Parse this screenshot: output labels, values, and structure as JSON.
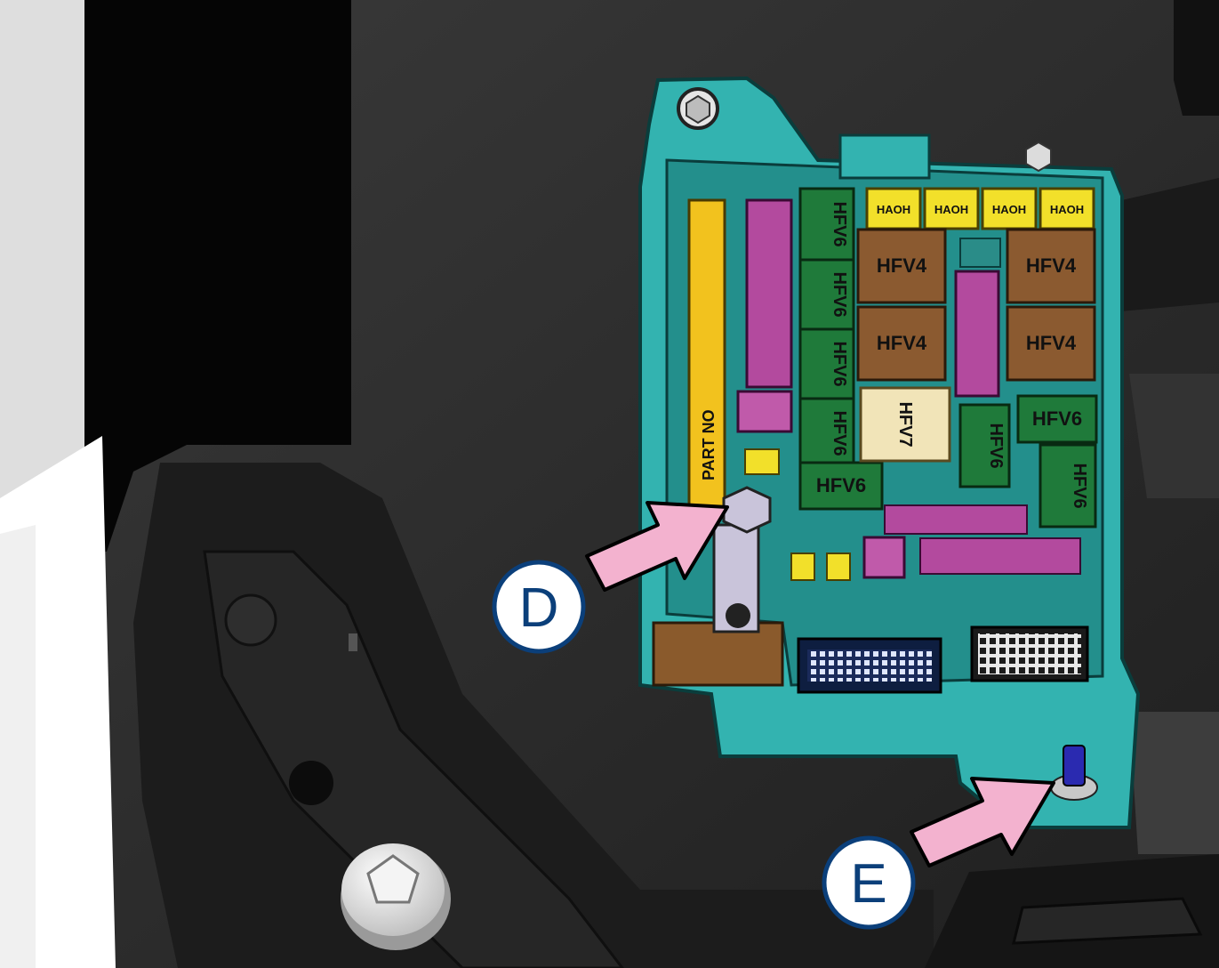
{
  "relay_labels": {
    "hfv4": "HFV4",
    "hfv6": "HFV6",
    "hfv7": "HFV7",
    "fuse_code": "HAOH",
    "part_no": "PART NO"
  },
  "callouts": {
    "d": "D",
    "e": "E"
  },
  "colors": {
    "fuse_box_teal": "#33b3b0",
    "relay_green": "#1f7a3a",
    "relay_brown": "#8b5a30",
    "relay_cream": "#f1e4b8",
    "fuse_yellow": "#f2e02a",
    "fuse_magenta": "#b34a9e",
    "arrow_pink": "#f3b2cf",
    "callout_blue": "#0b3f7a",
    "background_dark": "#2b2b2b"
  }
}
